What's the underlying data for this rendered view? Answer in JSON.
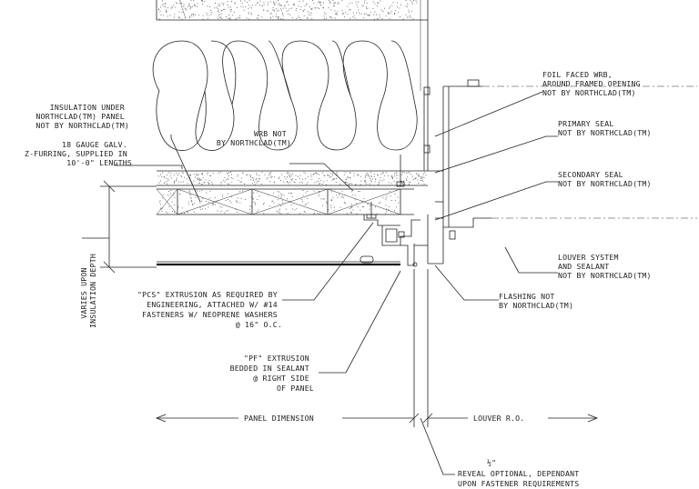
{
  "labels": {
    "foil_wrb": [
      "FOIL FACED WRB,",
      "AROUND FRAMED OPENING",
      "NOT BY NORTHCLAD(TM)"
    ],
    "insulation": [
      "INSULATION UNDER",
      "NORTHCLAD(TM) PANEL",
      "NOT BY NORTHCLAD(TM)"
    ],
    "primary_seal": [
      "PRIMARY SEAL",
      "NOT BY NORTHCLAD(TM)"
    ],
    "wrb": [
      "WRB NOT",
      "BY NORTHCLAD(TM)"
    ],
    "z_furring": [
      "18 GAUGE GALV.",
      "Z-FURRING, SUPPLIED IN",
      "10'-0\" LENGTHS"
    ],
    "secondary_seal": [
      "SECONDARY SEAL",
      "NOT BY NORTHCLAD(TM)"
    ],
    "louver_system": [
      "LOUVER SYSTEM",
      "AND SEALANT",
      "NOT BY NORTHCLAD(TM)"
    ],
    "flashing": [
      "FLASHING NOT",
      "BY NORTHCLAD(TM)"
    ],
    "pcs": [
      "\"PCS\" EXTRUSION AS REQUIRED BY",
      "ENGINEERING, ATTACHED W/ #14",
      "FASTENERS W/ NEOPRENE WASHERS",
      "@ 16\" O.C."
    ],
    "varies": [
      "VARIES UPON",
      "INSULATION DEPTH"
    ],
    "pf": [
      "\"PF\" EXTRUSION",
      "BEDDED IN SEALANT",
      "@ RIGHT SIDE",
      "OF PANEL"
    ],
    "panel_dimension": "PANEL DIMENSION",
    "louver_ro": "LOUVER  R.O.",
    "half_inch": "½\"",
    "reveal": [
      "REVEAL OPTIONAL, DEPENDANT",
      "UPON FASTENER REQUIREMENTS"
    ]
  }
}
